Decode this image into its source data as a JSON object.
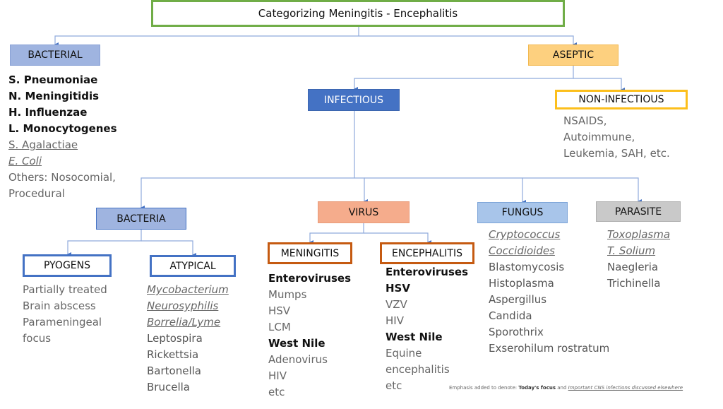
{
  "title": "Categorizing Meningitis - Encephalitis",
  "colors": {
    "title_border": "#70ad47",
    "bacterial_fill": "#9fb4e0",
    "aseptic_fill": "#fdd07f",
    "infectious_fill": "#4472c4",
    "noninfectious_border": "#fcbf1c",
    "virus_fill": "#f5ac8c",
    "fungus_fill": "#a8c5ea",
    "parasite_fill": "#c9c9c9",
    "virus_child_border": "#c55a11",
    "bacteria_child_border": "#4472c4",
    "connector": "#4472c4"
  },
  "nodes": {
    "bacterial": {
      "label": "BACTERIAL",
      "items": [
        {
          "text": "S. Pneumoniae",
          "style": "bold"
        },
        {
          "text": "N. Meningitidis",
          "style": "bold"
        },
        {
          "text": "H. Influenzae",
          "style": "bold"
        },
        {
          "text": "L. Monocytogenes",
          "style": "bold"
        },
        {
          "text": "S. Agalactiae",
          "style": "underline"
        },
        {
          "text": "E. Coli",
          "style": "italic-underline"
        },
        {
          "text": "Others: Nosocomial,",
          "style": "normal"
        },
        {
          "text": "Procedural",
          "style": "normal"
        }
      ]
    },
    "aseptic": {
      "label": "ASEPTIC"
    },
    "infectious": {
      "label": "INFECTIOUS"
    },
    "noninfectious": {
      "label": "NON-INFECTIOUS",
      "items": [
        {
          "text": "NSAIDS,",
          "style": "normal"
        },
        {
          "text": "Autoimmune,",
          "style": "normal"
        },
        {
          "text": "Leukemia, SAH, etc.",
          "style": "normal"
        }
      ]
    },
    "bacteria": {
      "label": "BACTERIA"
    },
    "pyogens": {
      "label": "PYOGENS",
      "items": [
        {
          "text": "Partially treated",
          "style": "normal"
        },
        {
          "text": "Brain abscess",
          "style": "normal"
        },
        {
          "text": "Parameningeal",
          "style": "normal"
        },
        {
          "text": "focus",
          "style": "normal"
        }
      ]
    },
    "atypical": {
      "label": "ATYPICAL",
      "items": [
        {
          "text": "Mycobacterium",
          "style": "italic-underline"
        },
        {
          "text": "Neurosyphilis",
          "style": "italic-underline"
        },
        {
          "text": "Borrelia/Lyme",
          "style": "italic-underline"
        },
        {
          "text": "Leptospira",
          "style": "dark"
        },
        {
          "text": "Rickettsia",
          "style": "dark"
        },
        {
          "text": "Bartonella",
          "style": "dark"
        },
        {
          "text": "Brucella",
          "style": "dark"
        }
      ]
    },
    "virus": {
      "label": "VIRUS"
    },
    "meningitis": {
      "label": "MENINGITIS",
      "items": [
        {
          "text": "Enteroviruses",
          "style": "bold"
        },
        {
          "text": "Mumps",
          "style": "normal"
        },
        {
          "text": "HSV",
          "style": "normal"
        },
        {
          "text": "LCM",
          "style": "normal"
        },
        {
          "text": "West Nile",
          "style": "bold"
        },
        {
          "text": "Adenovirus",
          "style": "normal"
        },
        {
          "text": "HIV",
          "style": "normal"
        },
        {
          "text": "etc",
          "style": "normal"
        }
      ]
    },
    "encephalitis": {
      "label": "ENCEPHALITIS",
      "items": [
        {
          "text": "Enteroviruses",
          "style": "bold"
        },
        {
          "text": "HSV",
          "style": "bold"
        },
        {
          "text": "VZV",
          "style": "normal"
        },
        {
          "text": "HIV",
          "style": "normal"
        },
        {
          "text": "West Nile",
          "style": "bold"
        },
        {
          "text": "Equine",
          "style": "normal"
        },
        {
          "text": "encephalitis",
          "style": "normal"
        },
        {
          "text": "etc",
          "style": "normal"
        }
      ]
    },
    "fungus": {
      "label": "FUNGUS",
      "items": [
        {
          "text": "Cryptococcus",
          "style": "italic-underline"
        },
        {
          "text": "Coccidioides",
          "style": "italic-underline"
        },
        {
          "text": "Blastomycosis",
          "style": "dark"
        },
        {
          "text": "Histoplasma",
          "style": "dark"
        },
        {
          "text": "Aspergillus",
          "style": "dark"
        },
        {
          "text": "Candida",
          "style": "dark"
        },
        {
          "text": "Sporothrix",
          "style": "dark"
        },
        {
          "text": "Exserohilum rostratum",
          "style": "dark"
        }
      ]
    },
    "parasite": {
      "label": "PARASITE",
      "items": [
        {
          "text": "Toxoplasma",
          "style": "italic-underline"
        },
        {
          "text": "T. Solium",
          "style": "italic-underline"
        },
        {
          "text": "Naegleria",
          "style": "dark"
        },
        {
          "text": "Trichinella",
          "style": "dark"
        }
      ]
    }
  },
  "footnote": {
    "prefix": "Emphasis added to denote: ",
    "bold_part": "Today's focus",
    "middle": " and ",
    "italic_part": "Important CNS infections discussed elsewhere"
  }
}
